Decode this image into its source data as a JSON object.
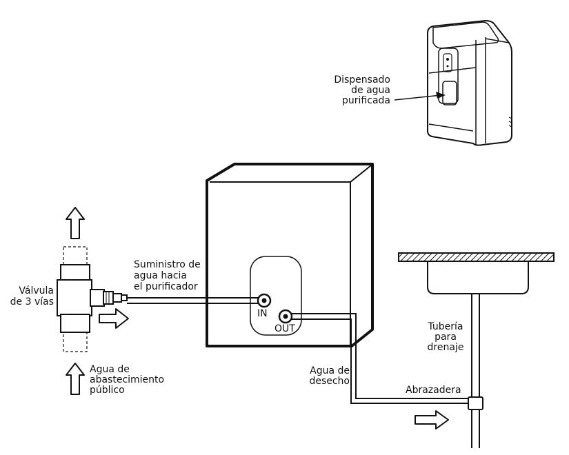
{
  "dispenser": {
    "label_lines": [
      "Dispensado",
      "de agua",
      "purificada"
    ]
  },
  "unit": {
    "in_label": "IN",
    "out_label": "OUT"
  },
  "valve": {
    "label_lines": [
      "Válvula",
      "de 3 vías"
    ]
  },
  "supply_in": {
    "label_lines": [
      "Suministro de",
      "agua hacia",
      "el purificador"
    ]
  },
  "public_supply": {
    "label_lines": [
      "Agua de",
      "abastecimiento",
      "público"
    ]
  },
  "waste": {
    "label_lines": [
      "Agua de",
      "desecho"
    ]
  },
  "drain": {
    "label_lines": [
      "Tubería",
      "para",
      "drenaje"
    ]
  },
  "clamp": {
    "label": "Abrazadera"
  },
  "colors": {
    "line": "#111111",
    "background": "#ffffff"
  }
}
